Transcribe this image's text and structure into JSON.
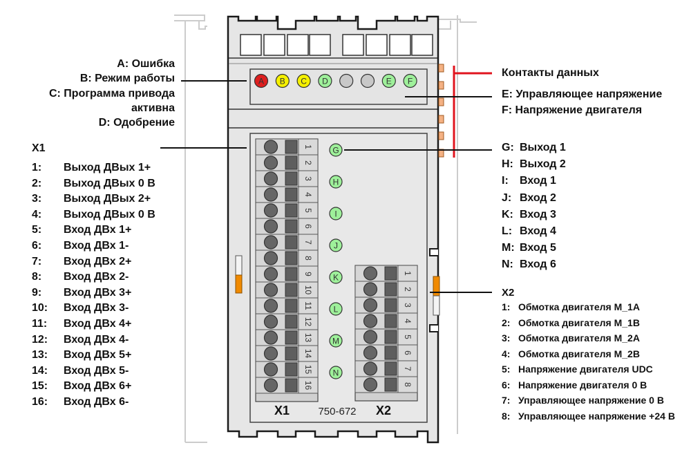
{
  "left_led_labels": [
    "A: Ошибка",
    "B: Режим работы",
    "C: Программа привода",
    "активна",
    "D: Одобрение"
  ],
  "x1": {
    "title": "X1",
    "items": [
      {
        "num": "1:",
        "label": "Выход ДВых 1+"
      },
      {
        "num": "2:",
        "label": "Выход ДВых 0 В"
      },
      {
        "num": "3:",
        "label": "Выход ДВых 2+"
      },
      {
        "num": "4:",
        "label": "Выход ДВых 0 В"
      },
      {
        "num": "5:",
        "label": "Вход ДВх 1+"
      },
      {
        "num": "6:",
        "label": "Вход ДВх 1-"
      },
      {
        "num": "7:",
        "label": "Вход ДВх 2+"
      },
      {
        "num": "8:",
        "label": "Вход ДВх 2-"
      },
      {
        "num": "9:",
        "label": "Вход ДВх 3+"
      },
      {
        "num": "10:",
        "label": "Вход ДВх 3-"
      },
      {
        "num": "11:",
        "label": "Вход ДВх 4+"
      },
      {
        "num": "12:",
        "label": "Вход ДВх 4-"
      },
      {
        "num": "13:",
        "label": "Вход ДВх 5+"
      },
      {
        "num": "14:",
        "label": "Вход ДВх 5-"
      },
      {
        "num": "15:",
        "label": "Вход ДВх 6+"
      },
      {
        "num": "16:",
        "label": "Вход ДВх 6-"
      }
    ]
  },
  "right_top_labels": {
    "data_contacts": "Контакты данных",
    "e": "E: Управляющее напряжение",
    "f": "F: Напряжение двигателя"
  },
  "right_io_labels": [
    {
      "key": "G:",
      "label": "Выход 1"
    },
    {
      "key": "H:",
      "label": "Выход 2"
    },
    {
      "key": "I:",
      "label": "Вход 1"
    },
    {
      "key": "J:",
      "label": "Вход 2"
    },
    {
      "key": "K:",
      "label": "Вход 3"
    },
    {
      "key": "L:",
      "label": "Вход 4"
    },
    {
      "key": "M:",
      "label": "Вход 5"
    },
    {
      "key": "N:",
      "label": "Вход 6"
    }
  ],
  "x2": {
    "title": "X2",
    "items": [
      {
        "num": "1:",
        "label": "Обмотка двигателя M_1A"
      },
      {
        "num": "2:",
        "label": "Обмотка двигателя M_1B"
      },
      {
        "num": "3:",
        "label": "Обмотка двигателя M_2A"
      },
      {
        "num": "4:",
        "label": "Обмотка двигателя M_2B"
      },
      {
        "num": "5:",
        "label": "Напряжение двигателя UDC"
      },
      {
        "num": "6:",
        "label": "Напряжение двигателя 0 В"
      },
      {
        "num": "7:",
        "label": "Управляющее напряжение 0 В"
      },
      {
        "num": "8:",
        "label": "Управляющее напряжение +24 В"
      }
    ]
  },
  "device": {
    "model": "750-672",
    "x1_label": "X1",
    "x2_label": "X2",
    "top_leds": [
      {
        "letter": "A",
        "color": "#dd1f1f"
      },
      {
        "letter": "B",
        "color": "#f5f000"
      },
      {
        "letter": "C",
        "color": "#f5f000"
      },
      {
        "letter": "D",
        "color": "#9ef09a"
      },
      {
        "letter": "",
        "color": "#c8c8c8"
      },
      {
        "letter": "",
        "color": "#c8c8c8"
      },
      {
        "letter": "E",
        "color": "#9ef09a"
      },
      {
        "letter": "F",
        "color": "#9ef09a"
      }
    ],
    "io_leds": [
      "G",
      "H",
      "I",
      "J",
      "K",
      "L",
      "M",
      "N"
    ],
    "io_led_color": "#9ef09a",
    "x1_terminals": [
      "1",
      "2",
      "3",
      "4",
      "5",
      "6",
      "7",
      "8",
      "9",
      "10",
      "11",
      "12",
      "13",
      "14",
      "15",
      "16"
    ],
    "x2_terminals": [
      "1",
      "2",
      "3",
      "4",
      "5",
      "6",
      "7",
      "8"
    ]
  },
  "colors": {
    "housing": "#e6e6e6",
    "outline": "#1a1a1a",
    "data_contact": "#f4b183",
    "power_contact": "#f08a00",
    "bracket": "#e0141e",
    "ghost": "#c8c8c8"
  }
}
